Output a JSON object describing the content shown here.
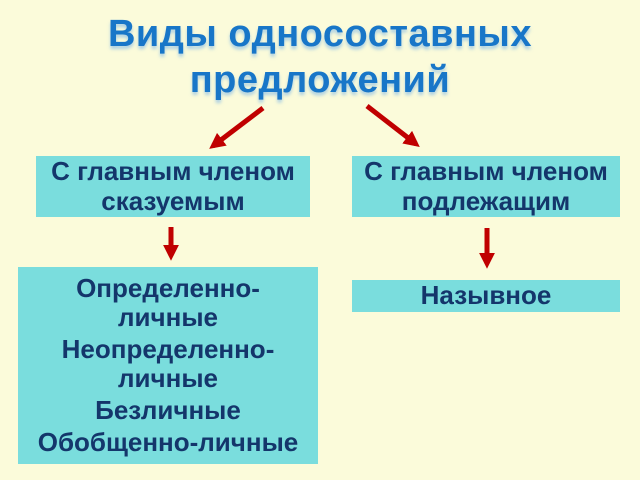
{
  "slide": {
    "title": "Виды односоставных предложений"
  },
  "diagram": {
    "left_branch": {
      "header": "С главным членом сказуемым",
      "items": [
        "Определенно-личные",
        "Неопределенно-личные",
        "Безличные",
        "Обобщенно-личные"
      ]
    },
    "right_branch": {
      "header": "С главным членом подлежащим",
      "items": [
        "Назывное"
      ]
    }
  },
  "icons": {
    "arrow_title_to_predicate": "red-arrow-down-left",
    "arrow_title_to_subject": "red-arrow-down-right",
    "arrow_predicate_to_list": "red-arrow-down",
    "arrow_subject_to_item": "red-arrow-down"
  },
  "colors": {
    "background": "#FBFBDA",
    "box_fill": "#7ADDDD",
    "box_text": "#14366B",
    "title_text": "#1876C8",
    "arrow": "#C00000"
  }
}
